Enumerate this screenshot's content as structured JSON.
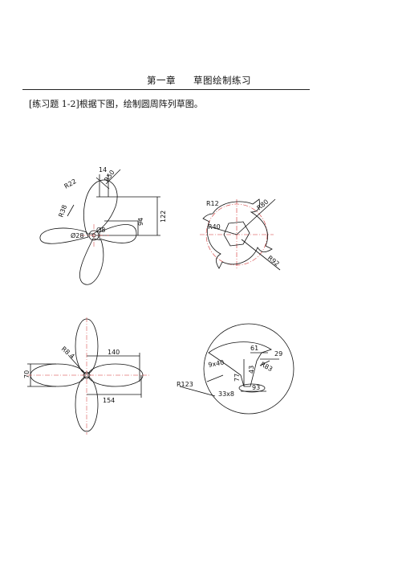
{
  "header": {
    "chapter": "第一章",
    "title": "草图绘制练习"
  },
  "exercise": "[练习题 1-2]根据下图，绘制圆周阵列草图。",
  "figures": {
    "fig1": {
      "dims": [
        "14",
        "R22",
        "R50",
        "R38",
        "94",
        "122",
        "Ø28",
        "Ø8"
      ]
    },
    "fig2": {
      "dims": [
        "R12",
        "R80",
        "R40",
        "R92"
      ]
    },
    "fig3": {
      "dims": [
        "R8.4",
        "140",
        "70",
        "154"
      ]
    },
    "fig4": {
      "dims": [
        "61",
        "29",
        "9x40",
        "43",
        "R83",
        "77",
        "93",
        "R123",
        "33x8"
      ]
    }
  },
  "colors": {
    "line": "#111111",
    "center_line": "#d23030"
  }
}
